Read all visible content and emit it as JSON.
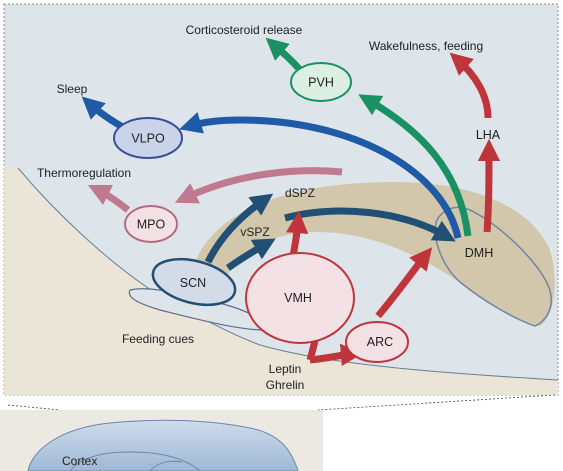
{
  "outputs": {
    "corticosteroid": "Corticosteroid release",
    "wakefulness": "Wakefulness, feeding",
    "sleep": "Sleep",
    "thermoregulation": "Thermoregulation"
  },
  "nodes": {
    "pvh": "PVH",
    "vlpo": "VLPO",
    "mpo": "MPO",
    "scn": "SCN",
    "vmh": "VMH",
    "arc": "ARC",
    "dmh": "DMH",
    "lha": "LHA"
  },
  "zones": {
    "dspz": "dSPZ",
    "vspz": "vSPZ"
  },
  "inputs": {
    "feeding_cues": "Feeding cues",
    "leptin": "Leptin",
    "ghrelin": "Ghrelin"
  },
  "inset": {
    "cortex": "Cortex"
  },
  "colors": {
    "background": "#dde4ea",
    "blue_arrow": "#1f5aa6",
    "green_arrow": "#1a9163",
    "red_arrow": "#c0353b",
    "pink_arrow": "#c07a90",
    "navy_arrow": "#224f74",
    "tan_band": "#d2c3a4"
  }
}
